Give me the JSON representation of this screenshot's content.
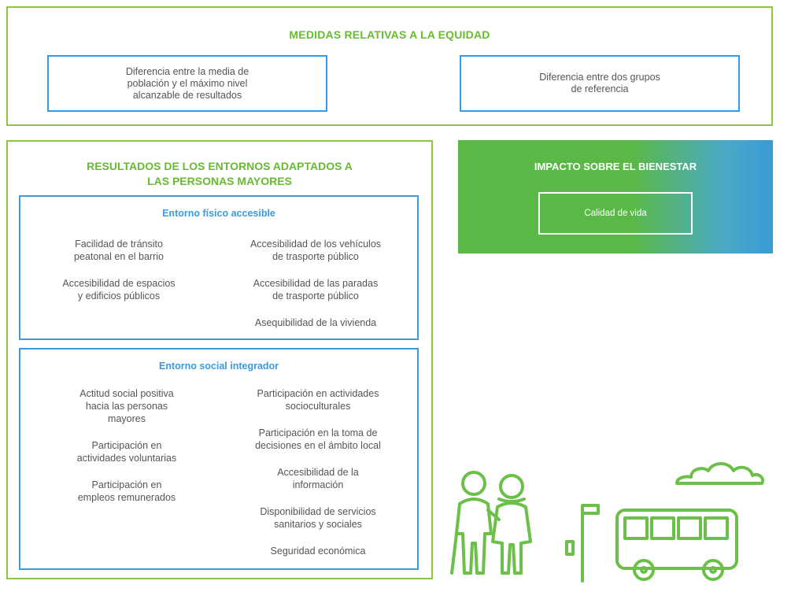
{
  "equity": {
    "title": "MEDIDAS RELATIVAS A LA EQUIDAD",
    "box1": [
      "Diferencia entre la media de",
      "población y el máximo nivel",
      "alcanzable de resultados"
    ],
    "box2": [
      "Diferencia entre dos grupos",
      "de referencia"
    ]
  },
  "results": {
    "title_line1": "RESULTADOS DE LOS ENTORNOS ADAPTADOS A",
    "title_line2": "LAS PERSONAS MAYORES",
    "physical": {
      "title": "Entorno físico accesible",
      "left": [
        [
          "Facilidad de tránsito",
          "peatonal en el barrio"
        ],
        [
          "Accesibilidad de espacios",
          "y edificios públicos"
        ]
      ],
      "right": [
        [
          "Accesibilidad de los vehículos",
          "de trasporte público"
        ],
        [
          "Accesibilidad de las paradas",
          "de trasporte público"
        ],
        [
          "Asequibilidad de la vivienda"
        ]
      ]
    },
    "social": {
      "title": "Entorno social integrador",
      "left": [
        [
          "Actitud social positiva",
          "hacia las personas",
          "mayores"
        ],
        [
          "Participación en",
          "actividades voluntarias"
        ],
        [
          "Participación en",
          "empleos remunerados"
        ]
      ],
      "right": [
        [
          "Participación en actividades",
          "socioculturales"
        ],
        [
          "Participación en la toma de",
          "decisiones en el ámbito local"
        ],
        [
          "Accesibilidad de la",
          "información"
        ],
        [
          "Disponibilidad de servicios",
          "sanitarios y sociales"
        ],
        [
          "Seguridad económica"
        ]
      ]
    }
  },
  "impact": {
    "title": "IMPACTO SOBRE EL BIENESTAR",
    "box": "Calidad de vida"
  },
  "colors": {
    "green": "#8cc63f",
    "title_green": "#66bb2e",
    "blue": "#3b9be0",
    "illustration_green": "#6cc04a"
  },
  "icons": [
    "elderly-couple-icon",
    "bus-stop-icon",
    "bus-icon",
    "cloud-icon"
  ]
}
